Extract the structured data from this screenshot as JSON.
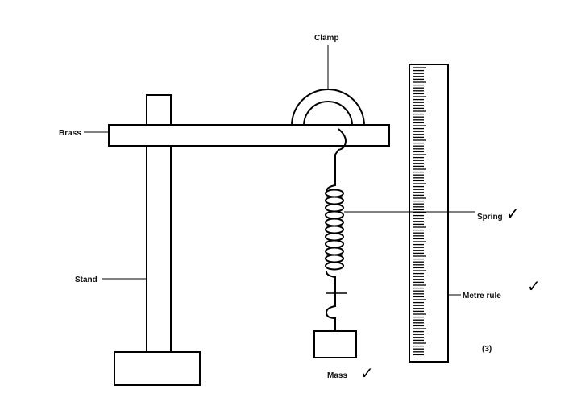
{
  "labels": {
    "clamp": "Clamp",
    "brass": "Brass",
    "stand": "Stand",
    "spring": "Spring",
    "metre_rule": "Metre rule",
    "mass": "Mass",
    "marks": "(3)"
  },
  "check_mark": "✓",
  "ruler_divisions": 100
}
